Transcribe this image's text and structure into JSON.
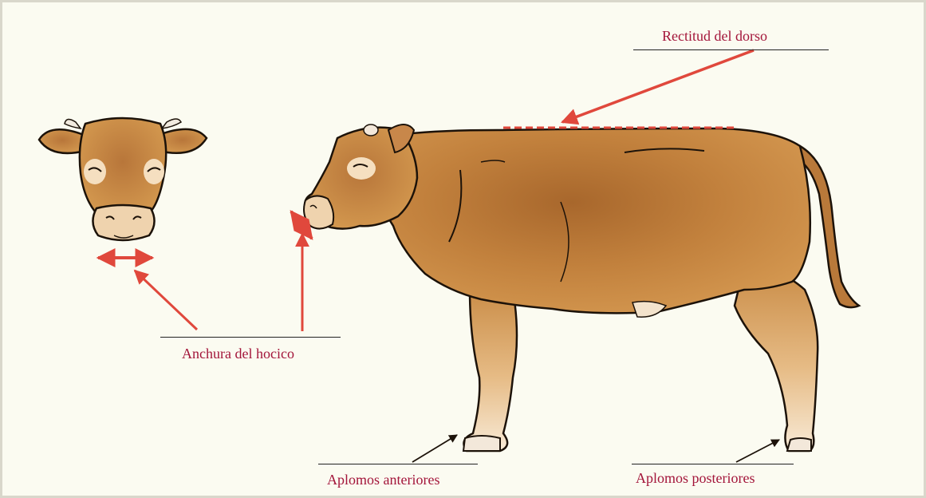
{
  "labels": {
    "back_straightness": "Rectitud del dorso",
    "muzzle_width": "Anchura del hocico",
    "front_legs": "Aplomos anteriores",
    "hind_legs": "Aplomos posteriores"
  },
  "colors": {
    "background": "#fbfbf1",
    "border": "#d9d7cb",
    "label_text": "#a3153a",
    "annotation_red": "#e0483c",
    "cow_body": "#c2813d",
    "cow_light": "#f7e3c7",
    "outline": "#1c1209"
  }
}
